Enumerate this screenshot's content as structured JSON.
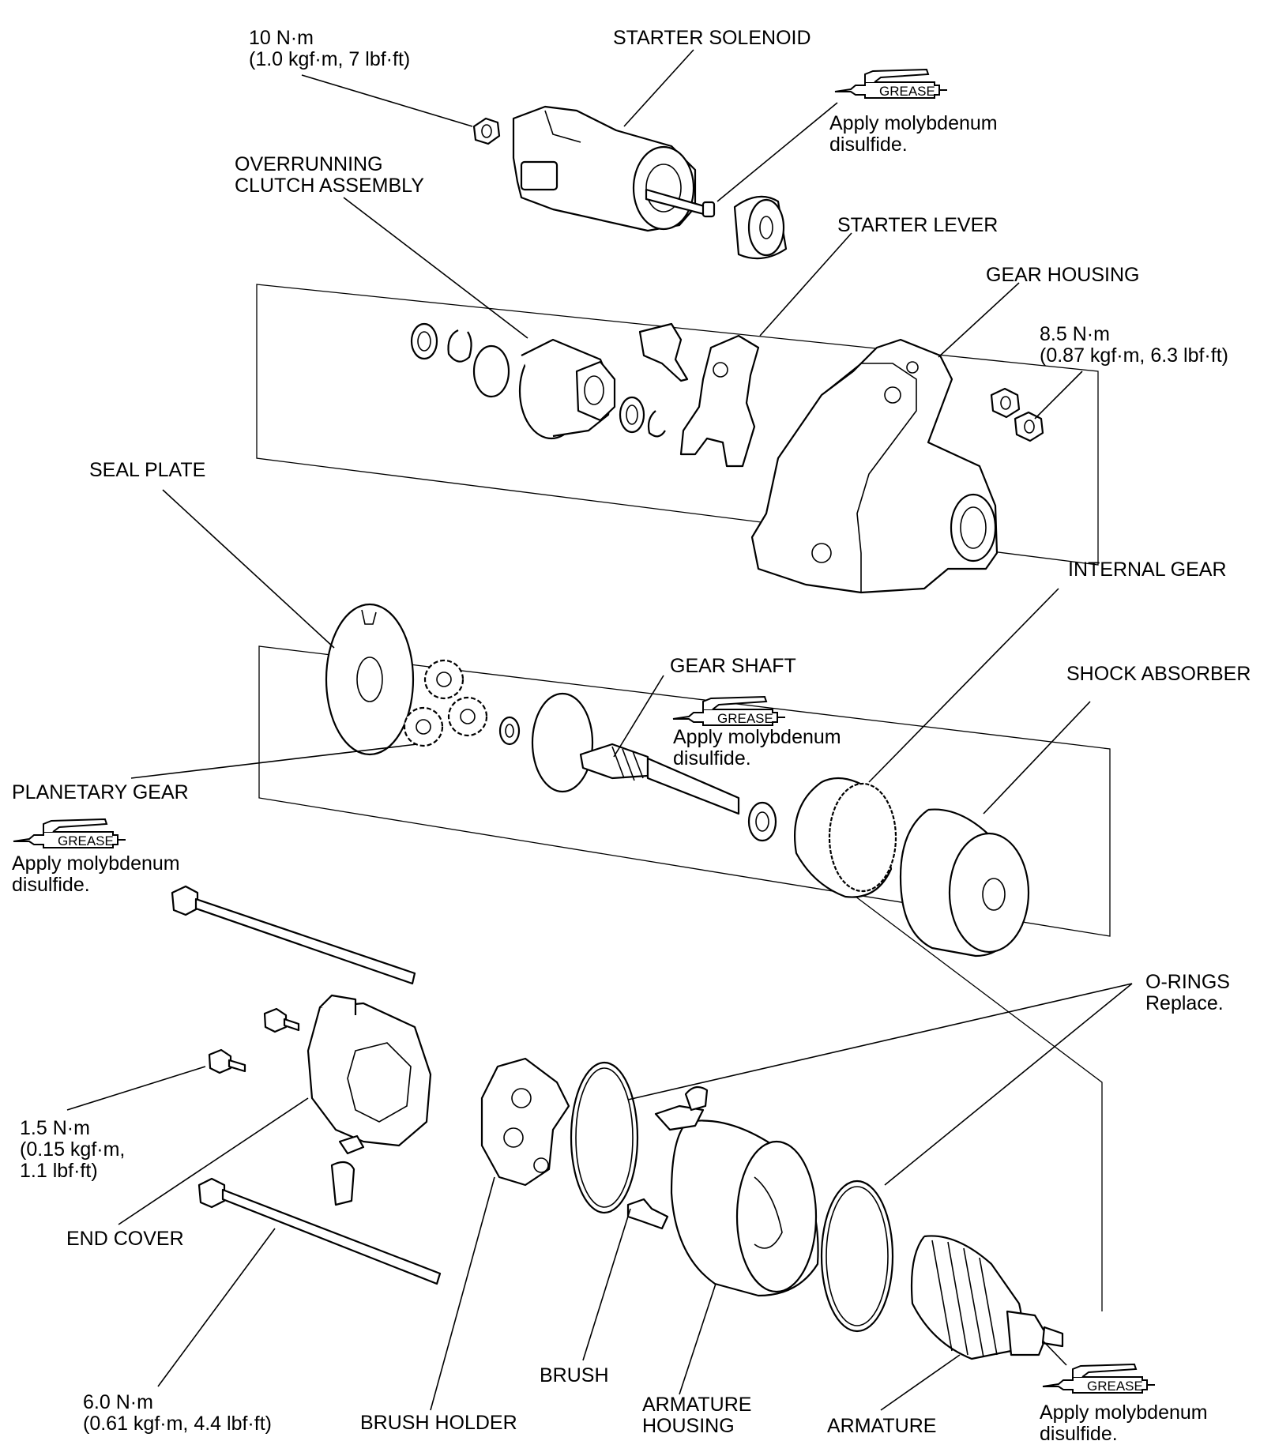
{
  "labels": {
    "torque_solenoid": [
      "10 N·m",
      "(1.0 kgf·m, 7 lbf·ft)"
    ],
    "starter_solenoid": "STARTER SOLENOID",
    "grease_note_solenoid": [
      "Apply molybdenum",
      "disulfide."
    ],
    "overrunning_clutch": [
      "OVERRUNNING",
      "CLUTCH ASSEMBLY"
    ],
    "starter_lever": "STARTER LEVER",
    "gear_housing": "GEAR HOUSING",
    "torque_gear_housing": [
      "8.5 N·m",
      "(0.87 kgf·m, 6.3 lbf·ft)"
    ],
    "seal_plate": "SEAL PLATE",
    "internal_gear": "INTERNAL GEAR",
    "gear_shaft": "GEAR SHAFT",
    "grease_note_gear_shaft": [
      "Apply molybdenum",
      "disulfide."
    ],
    "shock_absorber": "SHOCK ABSORBER",
    "planetary_gear": "PLANETARY GEAR",
    "grease_note_planetary": [
      "Apply molybdenum",
      "disulfide."
    ],
    "o_rings": [
      "O-RINGS",
      "Replace."
    ],
    "torque_end_cover": [
      "1.5 N·m",
      "(0.15 kgf·m,",
      " 1.1 lbf·ft)"
    ],
    "end_cover": "END COVER",
    "torque_through_bolt": [
      "6.0 N·m",
      "(0.61 kgf·m, 4.4 lbf·ft)"
    ],
    "brush_holder": "BRUSH HOLDER",
    "brush": "BRUSH",
    "armature_housing": [
      "ARMATURE",
      "HOUSING"
    ],
    "armature": "ARMATURE",
    "grease_note_armature": [
      "Apply molybdenum",
      "disulfide."
    ]
  },
  "grease_tag": "GREASE",
  "icons": [
    "grease-gun-icon"
  ]
}
